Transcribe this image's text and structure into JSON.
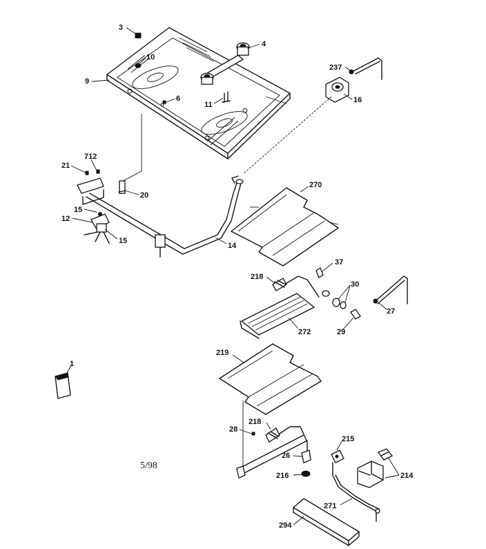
{
  "labels": {
    "p3": "3",
    "p4": "4",
    "p10": "10",
    "p9": "9",
    "p6": "6",
    "p11": "11",
    "p237": "237",
    "p16": "16",
    "p712": "712",
    "p21": "21",
    "p20": "20",
    "p15a": "15",
    "p12": "12",
    "p15b": "15",
    "p14": "14",
    "p270": "270",
    "p37": "37",
    "p218a": "218",
    "p30": "30",
    "p27": "27",
    "p29": "29",
    "p272": "272",
    "p1": "1",
    "p219": "219",
    "p218b": "218",
    "p28": "28",
    "p215": "215",
    "p26": "26",
    "p216": "216",
    "p214": "214",
    "p271": "271",
    "p294": "294"
  },
  "date_code": "5/98"
}
